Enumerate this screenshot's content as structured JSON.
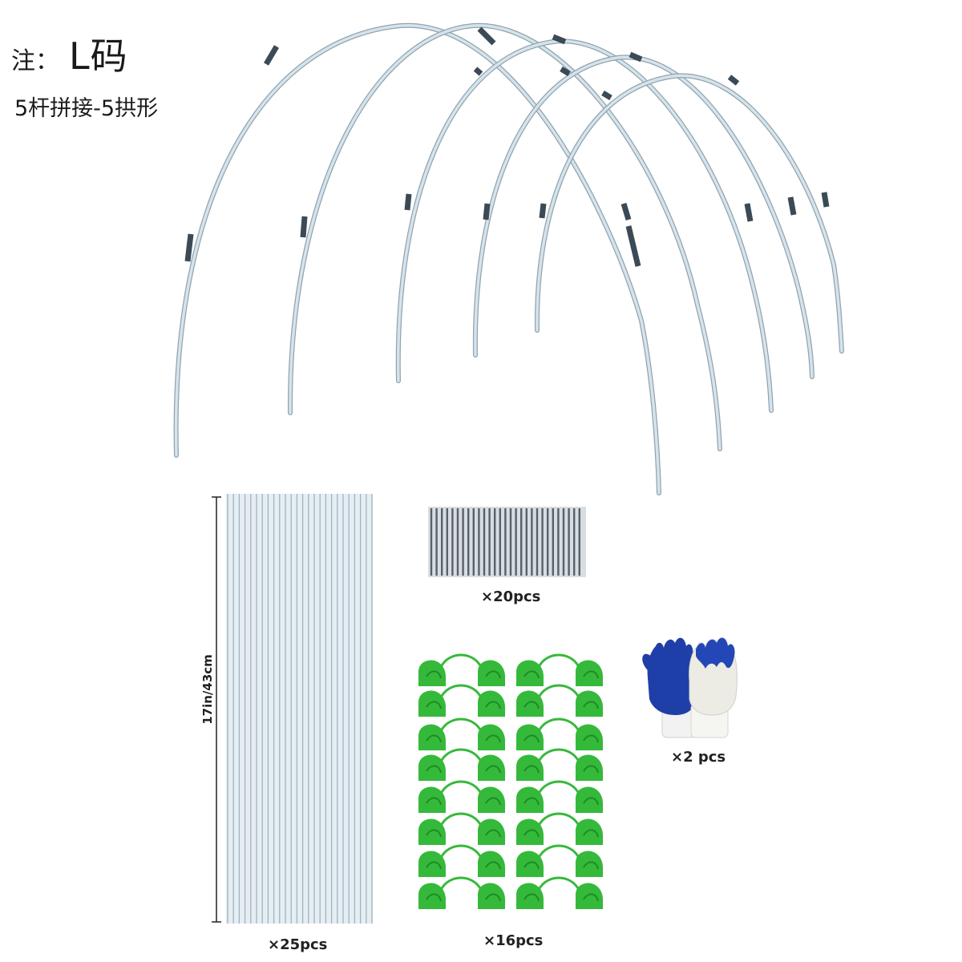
{
  "header": {
    "note_prefix": "注：",
    "size_label": "L码",
    "subtitle": "5杆拼接-5拱形"
  },
  "items": {
    "rods": {
      "count_label": "×25pcs",
      "length_label": "17in/43cm"
    },
    "connectors": {
      "count_label": "×20pcs"
    },
    "clips": {
      "count_label": "×16pcs"
    },
    "gloves": {
      "count_label": "×2 pcs"
    }
  },
  "colors": {
    "hoop": "#cfdbe2",
    "hoop_edge": "#8fa4b1",
    "joint": "#3b4a55",
    "clip_green": "#35b93a",
    "glove_blue": "#1f3fa8"
  }
}
